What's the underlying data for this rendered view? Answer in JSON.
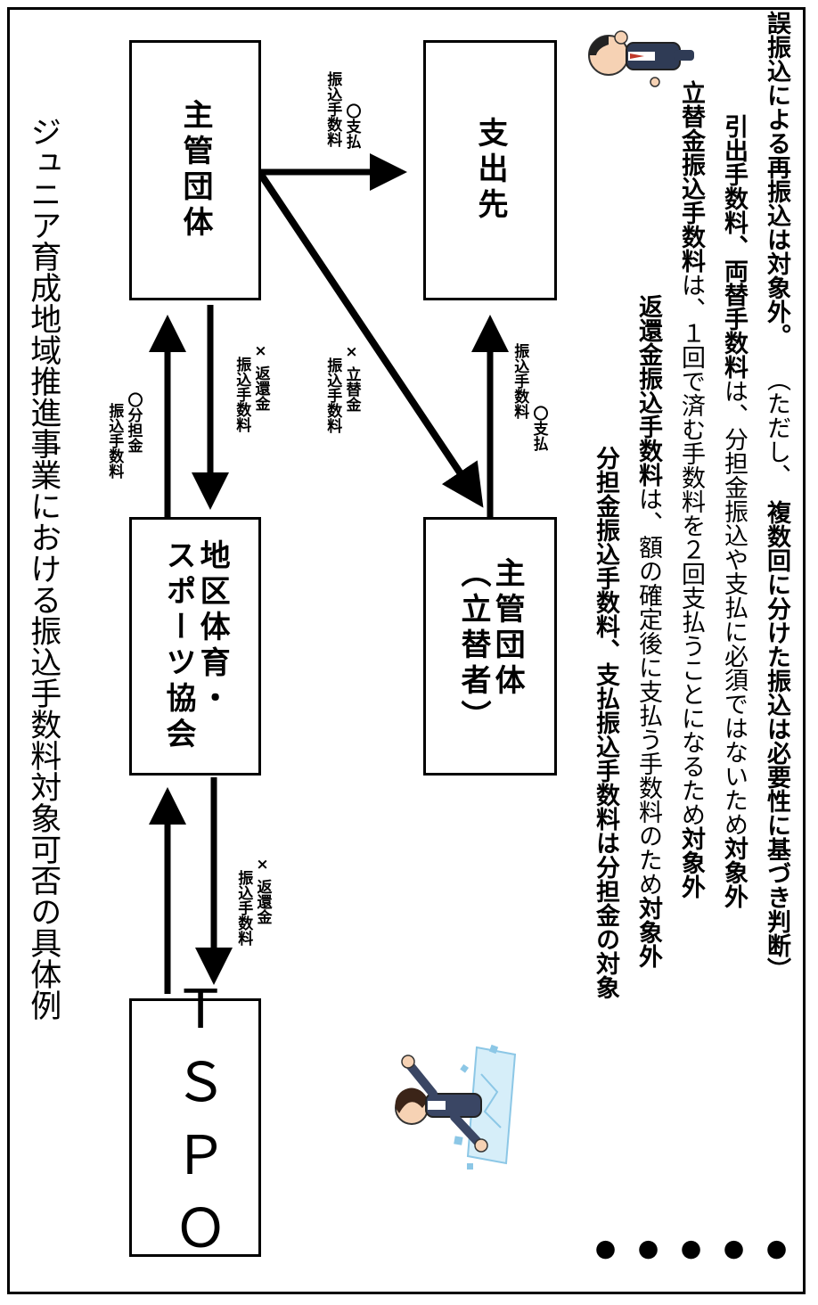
{
  "title": "ジュニア育成地域推進事業における振込手数料対象可否の具体例",
  "boxes": {
    "tspo": "ＴＳＰＯ",
    "district_line1": "地区体育・",
    "district_line2": "スポーツ協会",
    "organizer": "主管団体",
    "organizer_advance_line1": "主管団体",
    "organizer_advance_line2": "（立替者）",
    "payee": "支出先"
  },
  "edge_labels": {
    "tspo_refund": [
      "× 返還金",
      "振込手数料"
    ],
    "district_to_org_share": [
      "〇分担金",
      "振込手数料"
    ],
    "org_to_district_refund": [
      "× 返還金",
      "振込手数料"
    ],
    "org_to_advance": [
      "× 立替金",
      "振込手数料"
    ],
    "org_to_payee": [
      "〇支払",
      "振込手数料"
    ],
    "advance_to_payee": [
      "〇支払",
      "振込手数料"
    ]
  },
  "bullets": [
    {
      "mark": "●",
      "bold": "分担金振込手数料、支払振込手数料は分担金の対象",
      "normal": "",
      "tail": ""
    },
    {
      "mark": "●",
      "bold": "返還金振込手数料",
      "normal": "は、額の確定後に支払う手数料のため",
      "tail": "対象外"
    },
    {
      "mark": "●",
      "bold": "立替金振込手数料",
      "normal": "は、１回で済む手数料を２回支払うことになるため",
      "tail": "対象外"
    },
    {
      "mark": "●",
      "bold": "引出手数料、両替手数料",
      "normal": "は、分担金振込や支払に必須ではないため",
      "tail": "対象外"
    },
    {
      "mark": "●",
      "bold": "誤振込による再振込は対象外。",
      "normal": "（ただし、",
      "tail": "複数回に分けた振込は必要性に基づき判断）"
    }
  ],
  "icons": [
    "businessman-icon",
    "businesswoman-icon"
  ],
  "colors": {
    "line": "#000000",
    "background": "#ffffff"
  }
}
